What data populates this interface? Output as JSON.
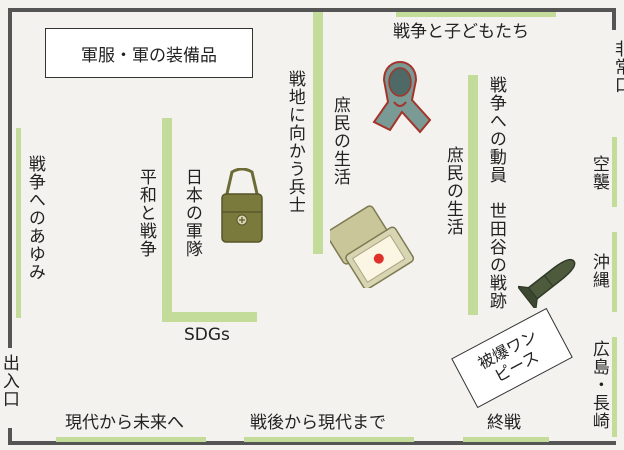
{
  "zones": {
    "uniform_box": "軍服・軍の装備品",
    "children": "戦争と子どもたち",
    "emergency_exit": "非常口",
    "path_of_war": "戦争へのあゆみ",
    "peace_and_war": "平和と戦争",
    "japanese_army": "日本の軍隊",
    "soldiers_to_front": "戦地に向かう兵士",
    "civilian_life_1": "庶民の生活",
    "civilian_life_2": "庶民の生活",
    "mobilization": "戦争への動員　世田谷の戦跡",
    "air_raid": "空襲",
    "okinawa": "沖縄",
    "hiroshima_nagasaki": "広島・長崎",
    "sdgs": "SDGs",
    "entrance": "出入口",
    "present_future": "現代から未来へ",
    "postwar": "戦後から現代まで",
    "end_of_war": "終戦",
    "bombed_dress": "被爆ワンピース"
  },
  "colors": {
    "floor": "#f4f2ef",
    "wall": "#555555",
    "partition": "#c3dc9a",
    "hood_fill": "#7a9a96",
    "hood_outline": "#a3342a",
    "bag": "#7a7a3c",
    "case": "#c9c69a",
    "bomb": "#4d5a3c"
  }
}
